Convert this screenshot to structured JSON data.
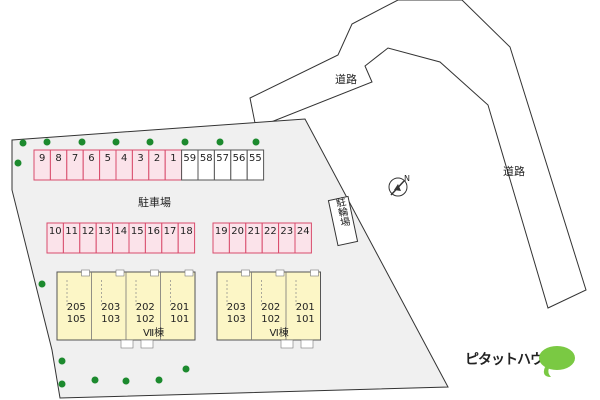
{
  "roads": {
    "top_label": "道路",
    "right_label": "道路"
  },
  "parking": {
    "label": "駐車場",
    "top_row": [
      "9",
      "8",
      "7",
      "6",
      "5",
      "4",
      "3",
      "2",
      "1",
      "59",
      "58",
      "57",
      "56",
      "55"
    ],
    "top_row_pink_count": 9,
    "bottom_left": [
      "10",
      "11",
      "12",
      "13",
      "14",
      "15",
      "16",
      "17",
      "18"
    ],
    "bottom_right": [
      "19",
      "20",
      "21",
      "22",
      "23",
      "24"
    ]
  },
  "bike_parking": {
    "label": "駐輪場"
  },
  "buildings": [
    {
      "label": "Ⅶ棟",
      "units": [
        {
          "upper": "205",
          "lower": "105"
        },
        {
          "upper": "203",
          "lower": "103"
        },
        {
          "upper": "202",
          "lower": "102"
        },
        {
          "upper": "201",
          "lower": "101"
        }
      ]
    },
    {
      "label": "Ⅵ棟",
      "units": [
        {
          "upper": "203",
          "lower": "103"
        },
        {
          "upper": "202",
          "lower": "102"
        },
        {
          "upper": "201",
          "lower": "101"
        }
      ]
    }
  ],
  "compass": {
    "label": "N"
  },
  "brand": {
    "name": "ピタットハウス"
  },
  "colors": {
    "lot_fill": "#f0f0f0",
    "road_fill": "#ffffff",
    "pink_fill": "#fbe3ea",
    "pink_stroke": "#d94b6c",
    "building_fill": "#fcf6c6",
    "tree": "#1c8a2e",
    "brand_green": "#7ac943"
  }
}
